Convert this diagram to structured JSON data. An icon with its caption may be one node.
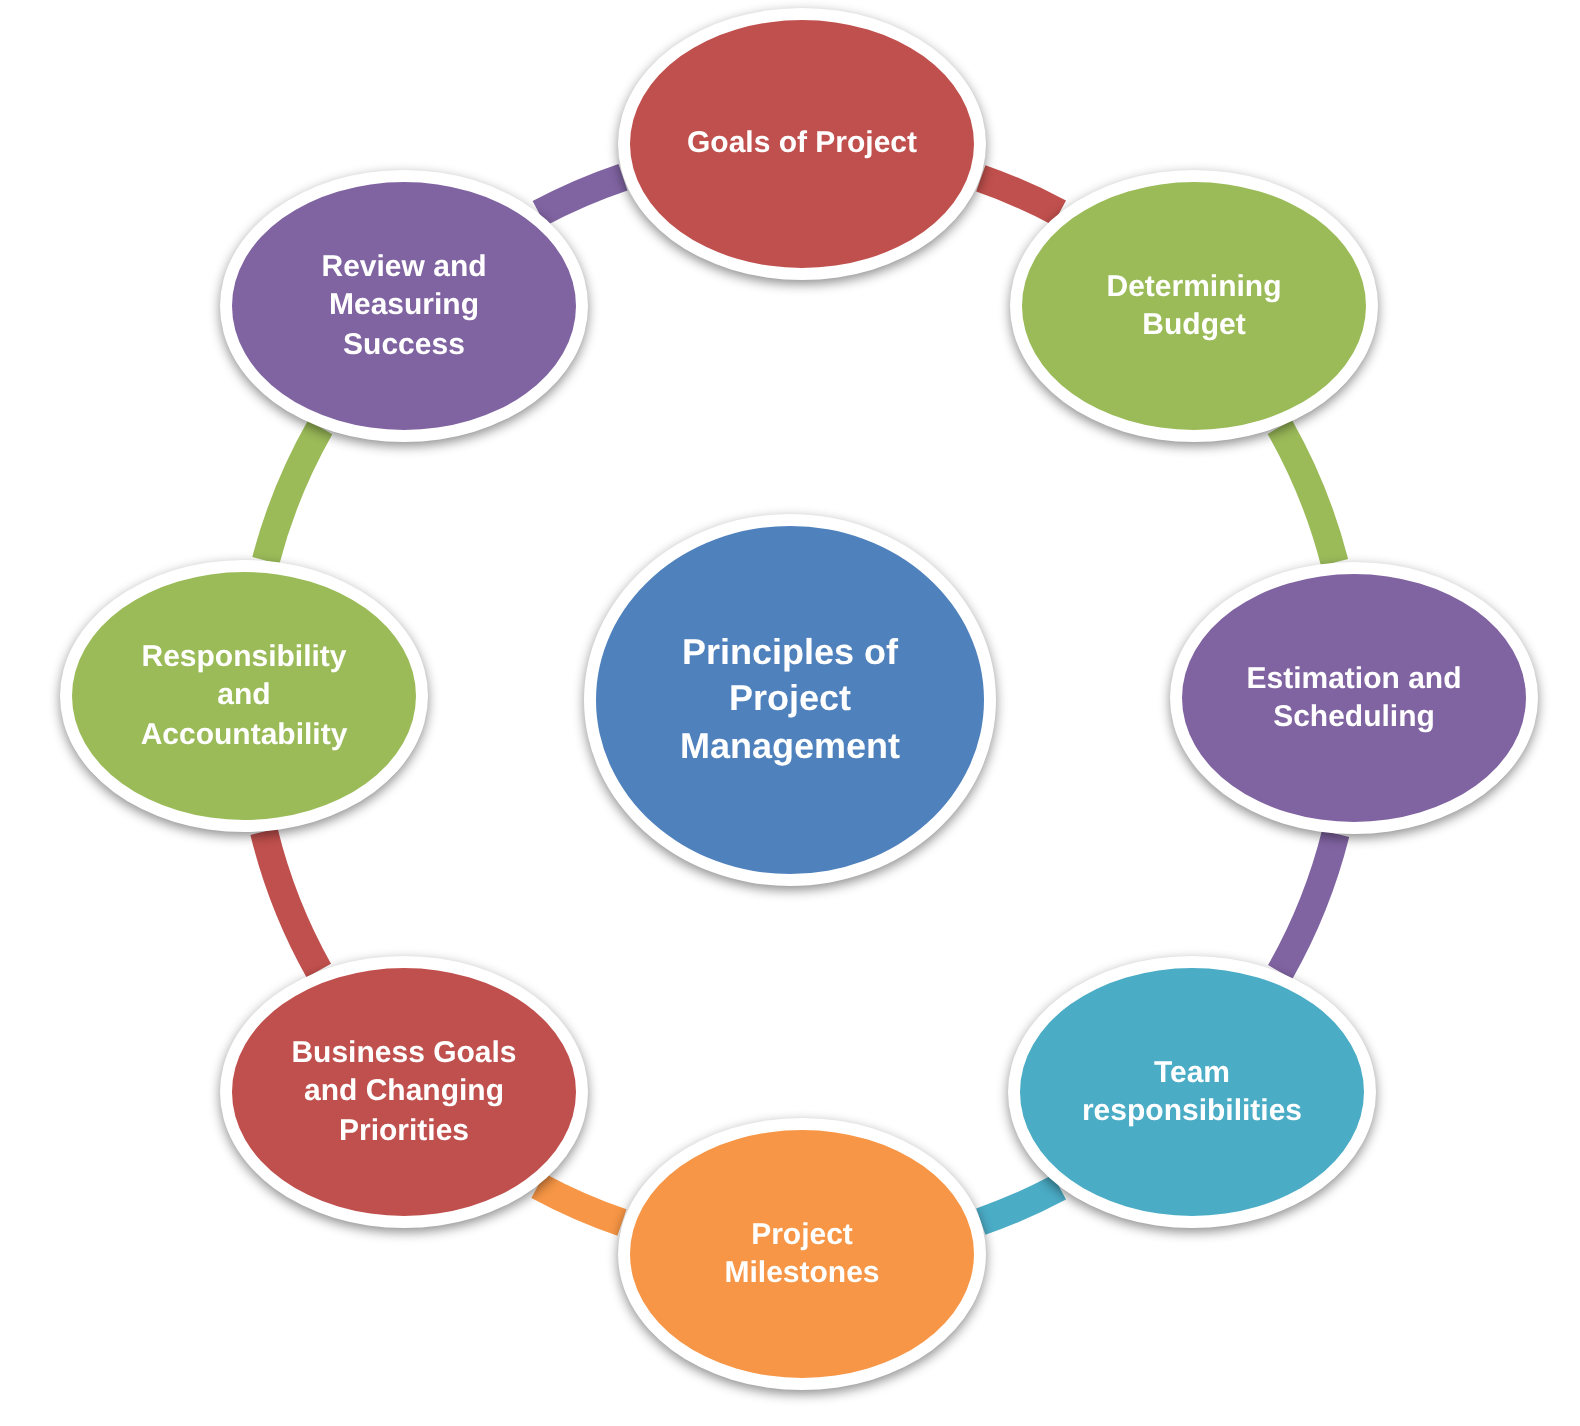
{
  "diagram": {
    "nodes": [
      {
        "text": [
          "Principles of Project Management"
        ]
      },
      {
        "text": [
          "Goals of Project"
        ]
      },
      {
        "text": [
          "Determining Budget"
        ]
      },
      {
        "text": [
          "Estimation and Scheduling"
        ]
      },
      {
        "text": [
          "Team responsibilities"
        ]
      },
      {
        "text": [
          "Project Milestones"
        ]
      },
      {
        "text": [
          "Business Goals and Changing Priorities"
        ]
      },
      {
        "text": [
          "Responsibility and Accountability"
        ]
      },
      {
        "text": [
          "Review and Measuring Success"
        ]
      }
    ],
    "edges": [
      {
        "from": 1,
        "to": 2,
        "arrow": "none",
        "color": "#c0504d"
      },
      {
        "from": 2,
        "to": 3,
        "arrow": "none",
        "color": "#9bbb59"
      },
      {
        "from": 3,
        "to": 4,
        "arrow": "none",
        "color": "#8064a2"
      },
      {
        "from": 4,
        "to": 5,
        "arrow": "none",
        "color": "#4bacc6"
      },
      {
        "from": 5,
        "to": 6,
        "arrow": "none",
        "color": "#f79646"
      },
      {
        "from": 6,
        "to": 7,
        "arrow": "none",
        "color": "#c0504d"
      },
      {
        "from": 7,
        "to": 8,
        "arrow": "none",
        "color": "#9bbb59"
      },
      {
        "from": 8,
        "to": 1,
        "arrow": "none",
        "color": "#8064a2"
      }
    ]
  }
}
